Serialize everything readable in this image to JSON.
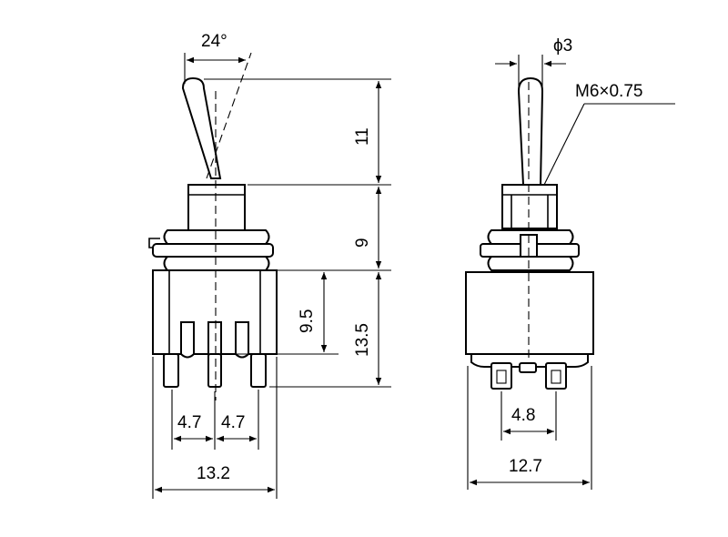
{
  "front_view": {
    "angle_label": "24°",
    "dim_lever_height": "11",
    "dim_bushing_height": "9",
    "dim_terminal_height": "9.5",
    "dim_body_height": "13.5",
    "dim_pitch_left": "4.7",
    "dim_pitch_right": "4.7",
    "dim_body_width": "13.2"
  },
  "side_view": {
    "dim_lever_dia": "ϕ3",
    "thread_label": "M6×0.75",
    "dim_terminal_pitch": "4.8",
    "dim_body_width": "12.7"
  }
}
